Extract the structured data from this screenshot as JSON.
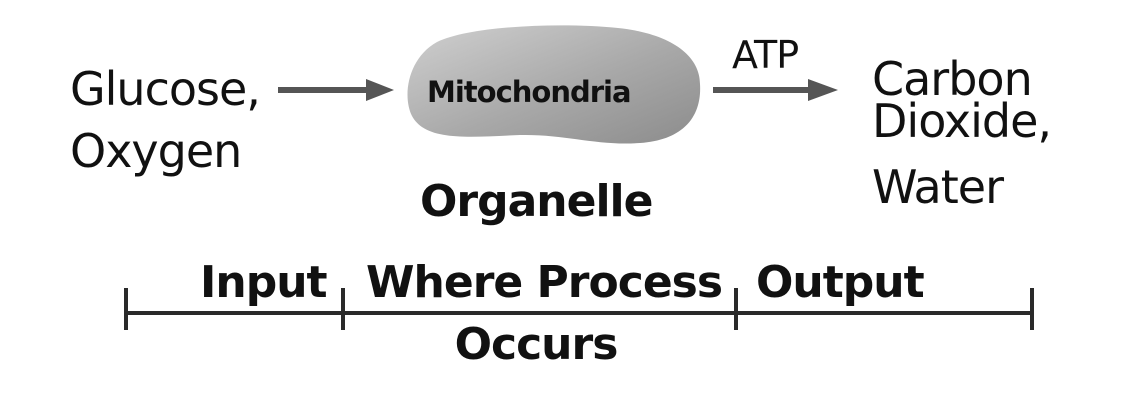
{
  "diagram": {
    "input_text": {
      "line1": "Glucose,",
      "line2": "Oxygen"
    },
    "atp_label": "ATP",
    "organelle": {
      "name": "Mitochondria",
      "category_label": "Organelle",
      "fill_color": "#a9a9a9"
    },
    "output_text": {
      "line1": "Carbon",
      "line2": "Dioxide,",
      "line3": "Water"
    },
    "timeline": {
      "input_label": "Input",
      "process_label_line1": "Where Process",
      "process_label_line2": "Occurs",
      "output_label": "Output"
    },
    "colors": {
      "text": "#111111",
      "arrow": "#555555",
      "timeline": "#2a2a2a",
      "background": "#ffffff"
    }
  }
}
